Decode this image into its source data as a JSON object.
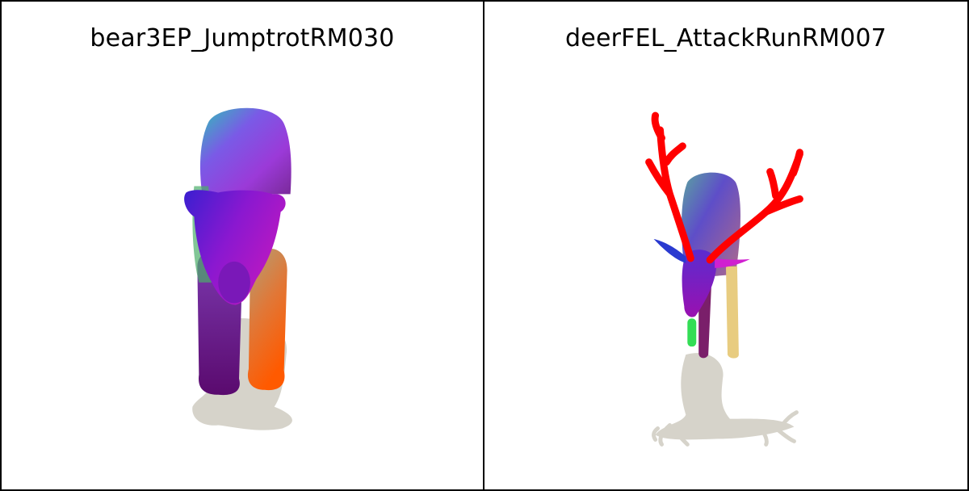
{
  "panels": [
    {
      "title": "bear3EP_JumptrotRM030",
      "subject": "bear",
      "colors": {
        "body_top": "#3fb7c0",
        "body_mid": "#8f45e0",
        "head": "#8a12c8",
        "leg_right": "#ff6a00",
        "leg_left": "#6b0a7a",
        "shadow": "#d6d3ca"
      }
    },
    {
      "title": "deerFEL_AttackRunRM007",
      "subject": "deer",
      "colors": {
        "body": "#6e4fc0",
        "antlers": "#ff0000",
        "leg_left": "#33dd55",
        "leg_right": "#e8cc80",
        "head": "#7a1fb0",
        "shadow": "#d6d3ca"
      }
    }
  ]
}
